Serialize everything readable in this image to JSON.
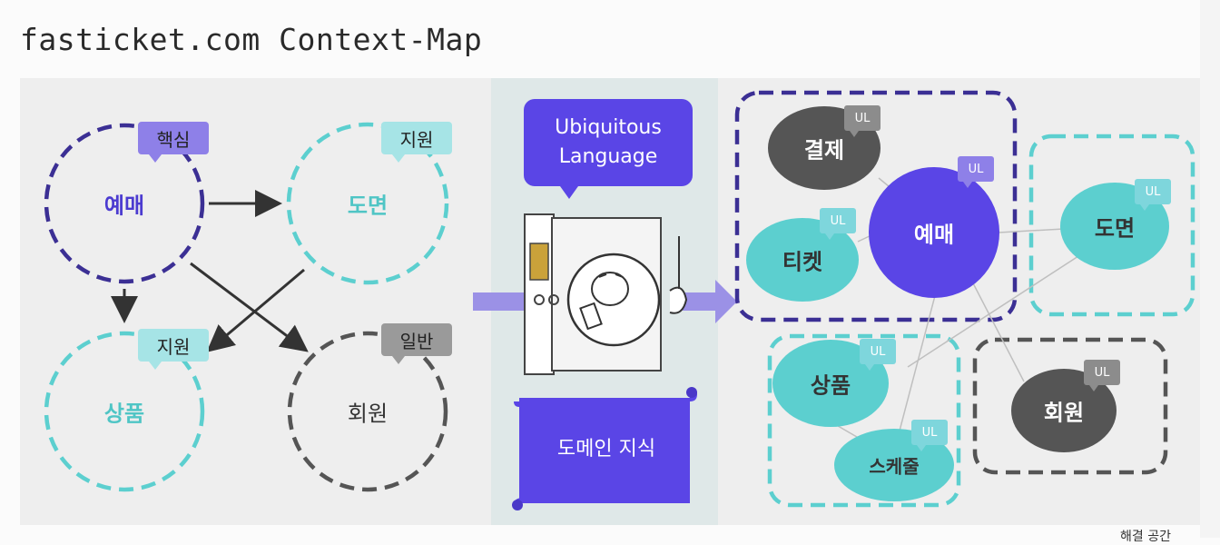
{
  "title": "fasticket.com Context-Map",
  "left": {
    "nodes": [
      {
        "label": "예매",
        "tag": "핵심"
      },
      {
        "label": "도면",
        "tag": "지원"
      },
      {
        "label": "상품",
        "tag": "지원"
      },
      {
        "label": "회원",
        "tag": "일반"
      }
    ]
  },
  "middle": {
    "bubble_line1": "Ubiquitous",
    "bubble_line2": "Language",
    "scroll_label": "도메인 지식"
  },
  "right": {
    "ul_tag": "UL",
    "nodes": {
      "payment": "결제",
      "ticket": "티켓",
      "booking": "예매",
      "drawing": "도면",
      "product": "상품",
      "schedule": "스케줄",
      "member": "회원"
    }
  },
  "footer_text": "해결 공간",
  "colors": {
    "core": "#3b2f94",
    "core_fill": "#5a45e6",
    "support": "#5ccfcf",
    "generic": "#555555",
    "ul_purple": "#8e80e8",
    "ul_teal": "#7ed6dc",
    "ul_gray": "#8c8c8c"
  }
}
